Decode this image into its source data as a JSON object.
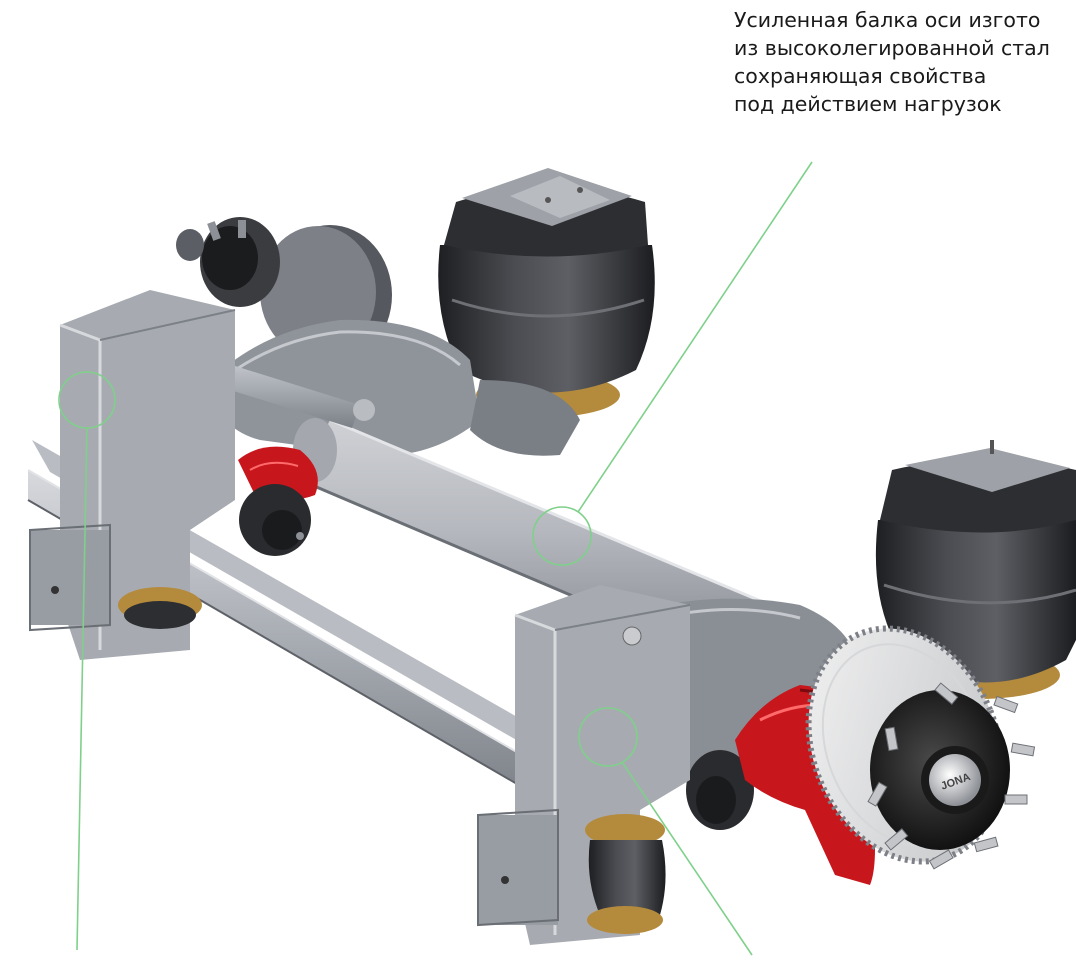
{
  "callout": {
    "lines": [
      "Усиленная балка оси изгото",
      "из высоколегированной стал",
      "сохраняющая свойства",
      "под действием нагрузок"
    ]
  },
  "colors": {
    "leader": "#7fd08a",
    "steel_light": "#c9cbd0",
    "steel_mid": "#9da1a8",
    "steel_dark": "#6b6f76",
    "rubber": "#2d2f33",
    "brake_red": "#c8161d",
    "bronze": "#b48a3c"
  },
  "icons": {
    "axle": "axle-beam-illustration",
    "air_spring": "air-spring-icon",
    "hub": "wheel-hub-icon",
    "caliper": "brake-caliper-icon"
  },
  "hub_logo": "JONA"
}
